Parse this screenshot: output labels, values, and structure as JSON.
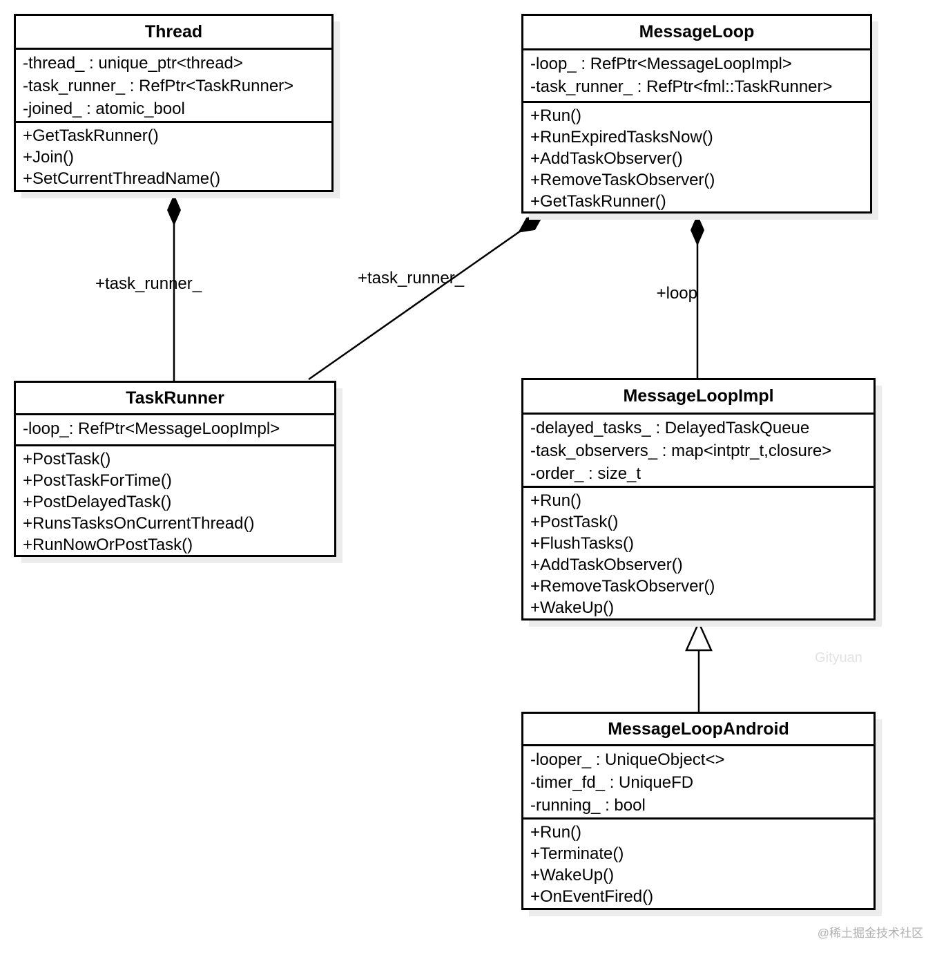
{
  "diagram": {
    "classes": [
      {
        "name": "Thread",
        "attributes": [
          "-thread_ : unique_ptr<thread>",
          "-task_runner_ : RefPtr<TaskRunner>",
          "-joined_ : atomic_bool"
        ],
        "methods": [
          "+GetTaskRunner()",
          "+Join()",
          "+SetCurrentThreadName()"
        ]
      },
      {
        "name": "MessageLoop",
        "attributes": [
          "-loop_ : RefPtr<MessageLoopImpl>",
          "-task_runner_ : RefPtr<fml::TaskRunner>"
        ],
        "methods": [
          "+Run()",
          "+RunExpiredTasksNow()",
          "+AddTaskObserver()",
          "+RemoveTaskObserver()",
          "+GetTaskRunner()"
        ]
      },
      {
        "name": "TaskRunner",
        "attributes": [
          "-loop_: RefPtr<MessageLoopImpl>"
        ],
        "methods": [
          "+PostTask()",
          "+PostTaskForTime()",
          "+PostDelayedTask()",
          "+RunsTasksOnCurrentThread()",
          "+RunNowOrPostTask()"
        ]
      },
      {
        "name": "MessageLoopImpl",
        "attributes": [
          "-delayed_tasks_ : DelayedTaskQueue",
          "-task_observers_ : map<intptr_t,closure>",
          "-order_ : size_t"
        ],
        "methods": [
          "+Run()",
          "+PostTask()",
          "+FlushTasks()",
          "+AddTaskObserver()",
          "+RemoveTaskObserver()",
          "+WakeUp()"
        ]
      },
      {
        "name": "MessageLoopAndroid",
        "attributes": [
          "-looper_ : UniqueObject<>",
          "-timer_fd_ : UniqueFD",
          "-running_ : bool"
        ],
        "methods": [
          "+Run()",
          "+Terminate()",
          "+WakeUp()",
          "+OnEventFired()"
        ]
      }
    ],
    "relationships": [
      {
        "type": "composition",
        "from": "TaskRunner",
        "to": "Thread",
        "label": "+task_runner_"
      },
      {
        "type": "composition",
        "from": "TaskRunner",
        "to": "MessageLoop",
        "label": "+task_runner_"
      },
      {
        "type": "composition",
        "from": "MessageLoopImpl",
        "to": "MessageLoop",
        "label": "+loop"
      },
      {
        "type": "inheritance",
        "from": "MessageLoopAndroid",
        "to": "MessageLoopImpl",
        "label": ""
      }
    ],
    "watermarks": {
      "center": "Gityuan",
      "bottom_right": "@稀土掘金技术社区"
    },
    "colors": {
      "line": "#000000",
      "box_background": "#ffffff",
      "box_shadow": "#ececec",
      "watermark_light": "#e3e3e3",
      "watermark_gray": "#b0b0b0"
    }
  }
}
